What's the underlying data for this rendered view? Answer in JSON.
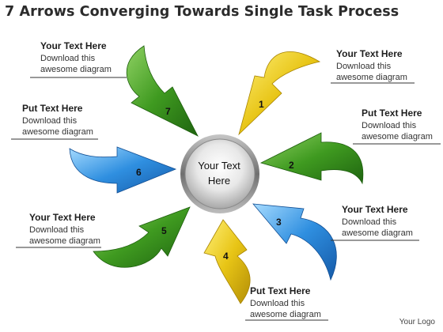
{
  "title": "7 Arrows Converging Towards Single Task Process",
  "center": {
    "line1": "Your Text",
    "line2": "Here"
  },
  "arrow_numbers": [
    "1",
    "2",
    "3",
    "4",
    "5",
    "6",
    "7"
  ],
  "colors": {
    "yellow": "#e3c20f",
    "green": "#3f9a20",
    "blue": "#2f8fe0",
    "hub": "#9a9a9a"
  },
  "labels": [
    {
      "heading": "Your Text Here",
      "desc1": "Download this",
      "desc2": "awesome diagram"
    },
    {
      "heading": "Put Text Here",
      "desc1": "Download this",
      "desc2": "awesome diagram"
    },
    {
      "heading": "Your Text Here",
      "desc1": "Download this",
      "desc2": "awesome diagram"
    },
    {
      "heading": "Put Text Here",
      "desc1": "Download this",
      "desc2": "awesome diagram"
    },
    {
      "heading": "Your Text Here",
      "desc1": "Download this",
      "desc2": "awesome diagram"
    },
    {
      "heading": "Put Text Here",
      "desc1": "Download this",
      "desc2": "awesome diagram"
    },
    {
      "heading": "Your Text Here",
      "desc1": "Download this",
      "desc2": "awesome diagram"
    }
  ],
  "logo": "Your Logo"
}
